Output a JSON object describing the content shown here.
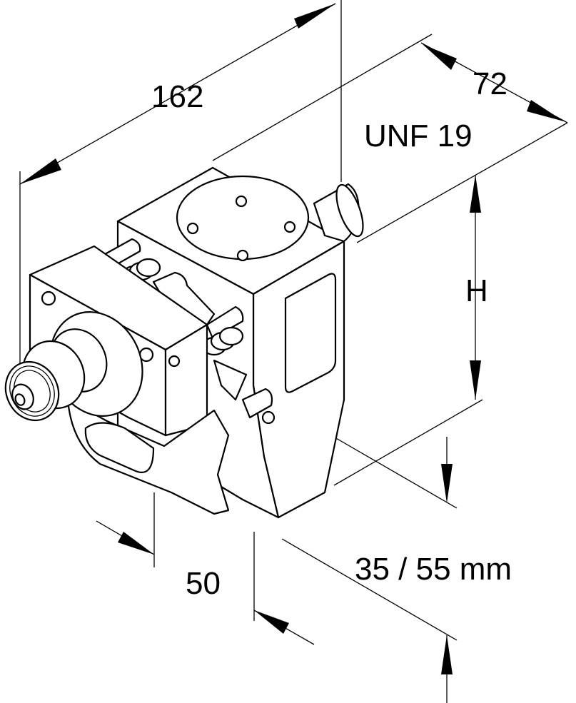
{
  "dimensions": {
    "length": "162",
    "width": "72",
    "thread": "UNF 19",
    "height": "H",
    "depth": "50",
    "range": "35 / 55 mm"
  }
}
